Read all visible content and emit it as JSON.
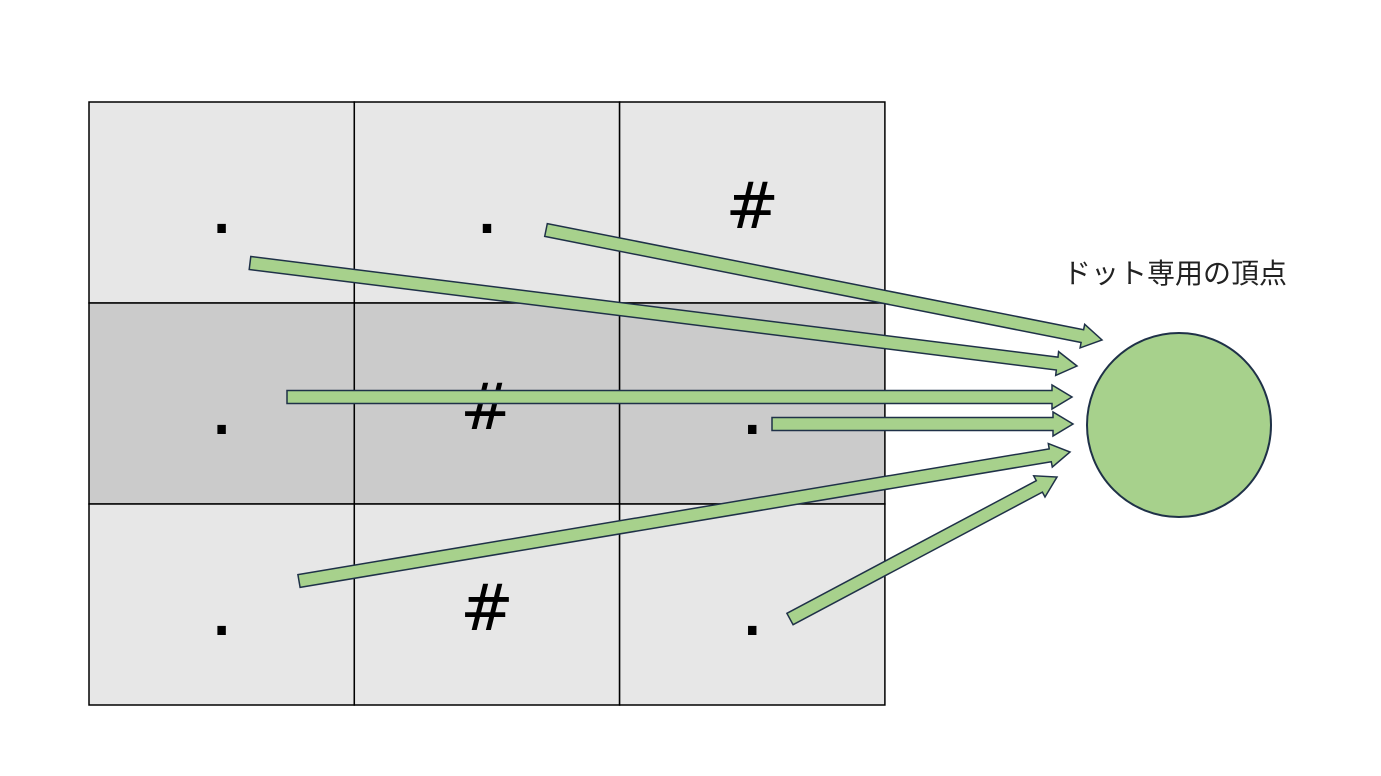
{
  "grid": {
    "rows": 3,
    "cols": 3,
    "highlighted_row": 1,
    "cells": [
      [
        ".",
        ".",
        "#"
      ],
      [
        ".",
        "#",
        "."
      ],
      [
        ".",
        "#",
        "."
      ]
    ]
  },
  "vertex": {
    "label": "ドット専用の頂点"
  },
  "arrows": [
    {
      "from": [
        0,
        0
      ]
    },
    {
      "from": [
        0,
        1
      ]
    },
    {
      "from": [
        1,
        0
      ]
    },
    {
      "from": [
        1,
        2
      ]
    },
    {
      "from": [
        2,
        0
      ]
    },
    {
      "from": [
        2,
        2
      ]
    }
  ],
  "colors": {
    "cell_fill": "#e7e7e7",
    "highlighted_row_fill": "#cbcbcb",
    "grid_line": "#000000",
    "arrow_fill": "#a7d18c",
    "arrow_stroke": "#1f3148",
    "vertex_fill": "#a7d18c",
    "vertex_stroke": "#1f3148"
  }
}
